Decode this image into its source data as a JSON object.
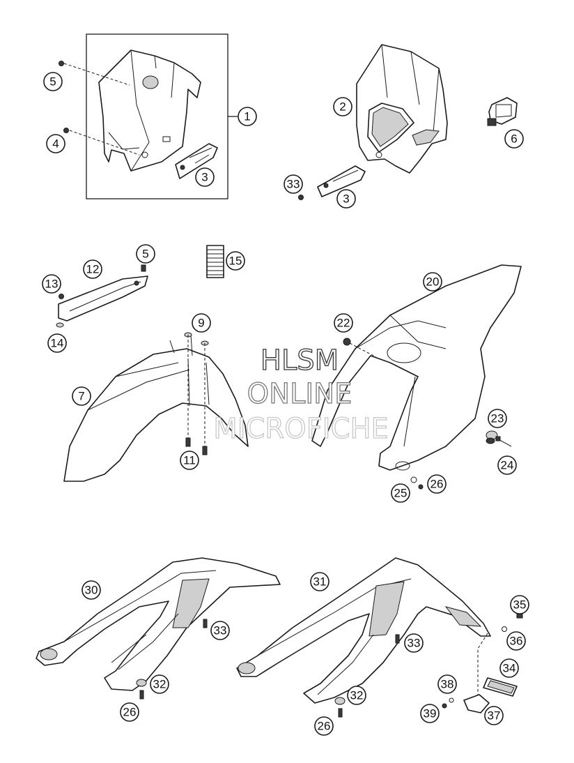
{
  "watermark": {
    "line1": "HLSM",
    "line2": "ONLINE",
    "line3": "MICROFICHE",
    "color1": "#333333",
    "color2": "#777777",
    "color3": "#c8c8c8"
  },
  "callouts": [
    "1",
    "2",
    "3",
    "3",
    "4",
    "5",
    "5",
    "6",
    "7",
    "9",
    "11",
    "12",
    "13",
    "14",
    "15",
    "20",
    "22",
    "23",
    "24",
    "25",
    "26",
    "26",
    "26",
    "30",
    "31",
    "32",
    "32",
    "33",
    "33",
    "33",
    "34",
    "35",
    "36",
    "37",
    "38",
    "39"
  ]
}
